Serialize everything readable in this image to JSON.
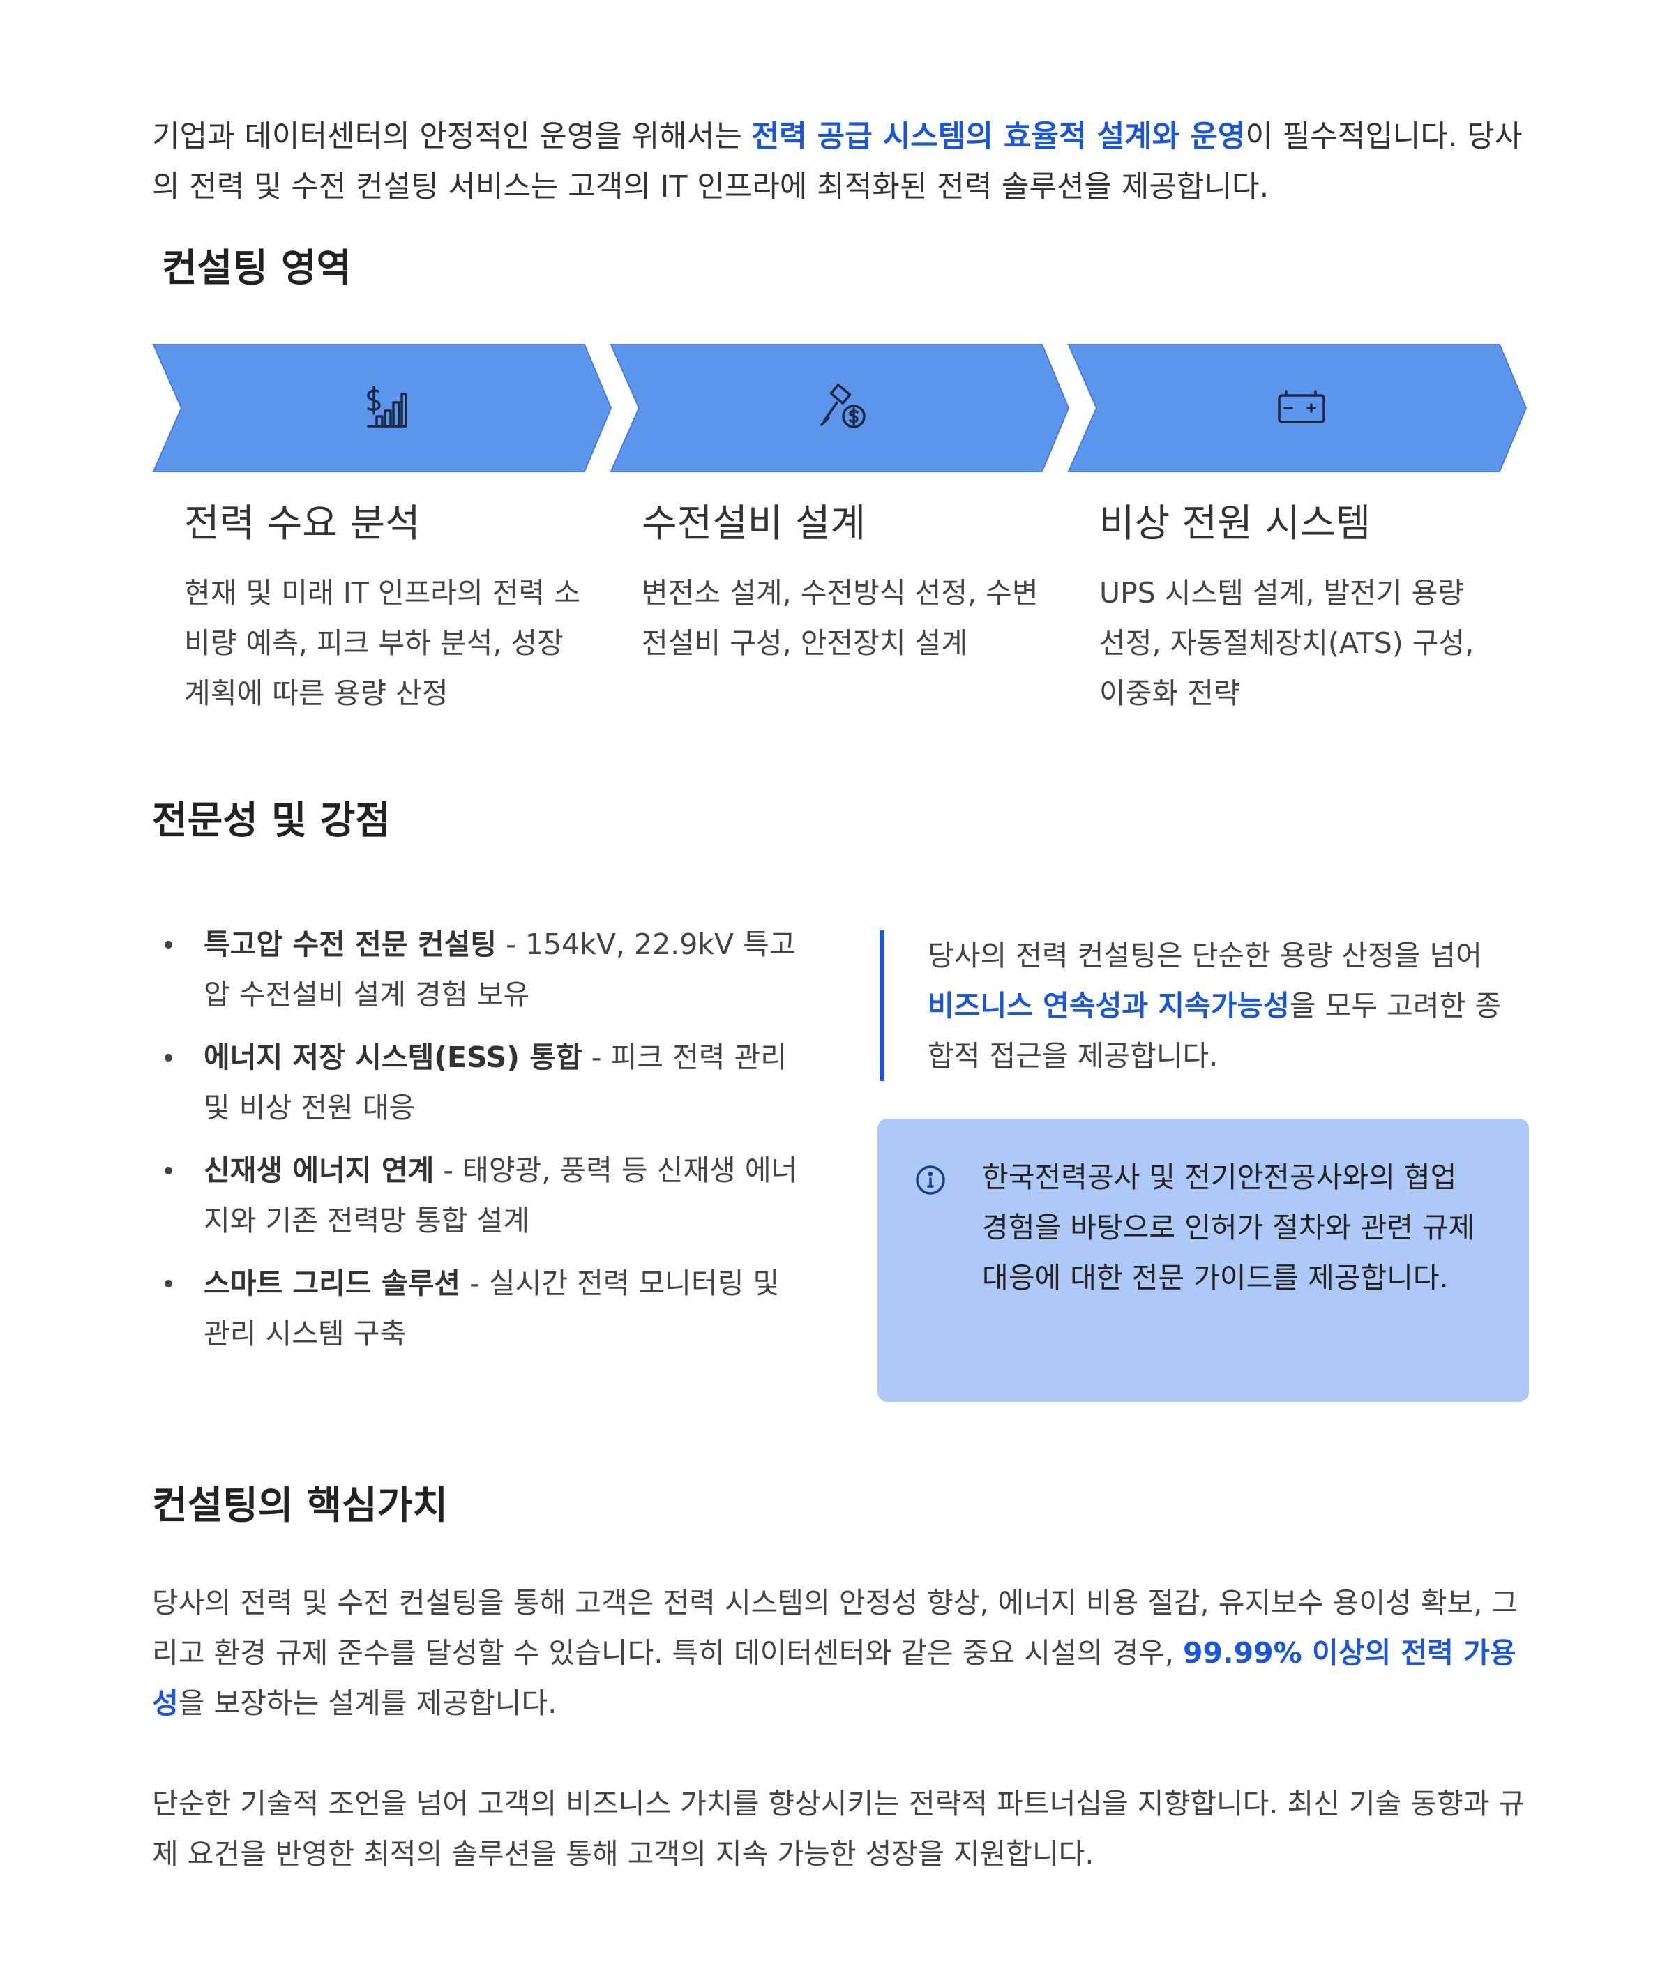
{
  "intro": {
    "pre": "기업과 데이터센터의 안정적인 운영을 위해서는 ",
    "highlight": "전력 공급 시스템의 효율적 설계와 운영",
    "post": "이 필수적입니다. 당사의 전력 및 수전 컨설팅 서비스는 고객의 IT 인프라에 최적화된 전력 솔루션을 제공합니다."
  },
  "section1": {
    "title": "컨설팅 영역"
  },
  "areas": [
    {
      "icon": "dollar-chart-icon",
      "title": "전력 수요 분석",
      "desc": "현재 및 미래 IT 인프라의 전력 소비량 예측, 피크 부하 분석, 성장 계획에 따른 용량 산정"
    },
    {
      "icon": "hammer-dollar-icon",
      "title": "수전설비 설계",
      "desc": "변전소 설계, 수전방식 선정, 수변전설비 구성, 안전장치 설계"
    },
    {
      "icon": "battery-icon",
      "title": "비상 전원 시스템",
      "desc": "UPS 시스템 설계, 발전기 용량 선정, 자동절체장치(ATS) 구성, 이중화 전략"
    }
  ],
  "section2": {
    "title": "전문성 및 강점"
  },
  "strengths": [
    {
      "bold": "특고압 수전 전문 컨설팅",
      "text": " - 154kV, 22.9kV 특고압 수전설비 설계 경험 보유"
    },
    {
      "bold": "에너지 저장 시스템(ESS) 통합",
      "text": " - 피크 전력 관리 및 비상 전원 대응"
    },
    {
      "bold": "신재생 에너지 연계",
      "text": " - 태양광, 풍력 등 신재생 에너지와 기존 전력망 통합 설계"
    },
    {
      "bold": "스마트 그리드 솔루션",
      "text": " - 실시간 전력 모니터링 및 관리 시스템 구축"
    }
  ],
  "quote": {
    "pre": "당사의 전력 컨설팅은 단순한 용량 산정을 넘어 ",
    "highlight": "비즈니스 연속성과 지속가능성",
    "post": "을 모두 고려한 종합적 접근을 제공합니다."
  },
  "notice": {
    "text": "한국전력공사 및 전기안전공사와의 협업 경험을 바탕으로 인허가 절차와 관련 규제 대응에 대한 전문 가이드를 제공합니다."
  },
  "section3": {
    "title": "컨설팅의  핵심가치"
  },
  "value_para1": {
    "pre": "당사의 전력 및 수전 컨설팅을 통해 고객은 전력 시스템의 안정성 향상, 에너지 비용 절감, 유지보수 용이성 확보, 그리고 환경 규제 준수를 달성할 수 있습니다. 특히 데이터센터와 같은 중요 시설의 경우, ",
    "highlight": "99.99% 이상의 전력 가용성",
    "post": "을 보장하는 설계를 제공합니다."
  },
  "value_para2": "단순한 기술적 조언을 넘어 고객의 비즈니스 가치를 향상시키는 전략적 파트너십을 지향합니다. 최신 기술 동향과 규제 요건을 반영한 최적의 솔루션을 통해 고객의 지속 가능한 성장을 지원합니다.",
  "colors": {
    "chevron": "#5b95ec",
    "chevron_border": "#4a7fd6",
    "highlight": "#1a56db",
    "notice_bg": "#adc9f7",
    "quote_border": "#1a56db"
  }
}
